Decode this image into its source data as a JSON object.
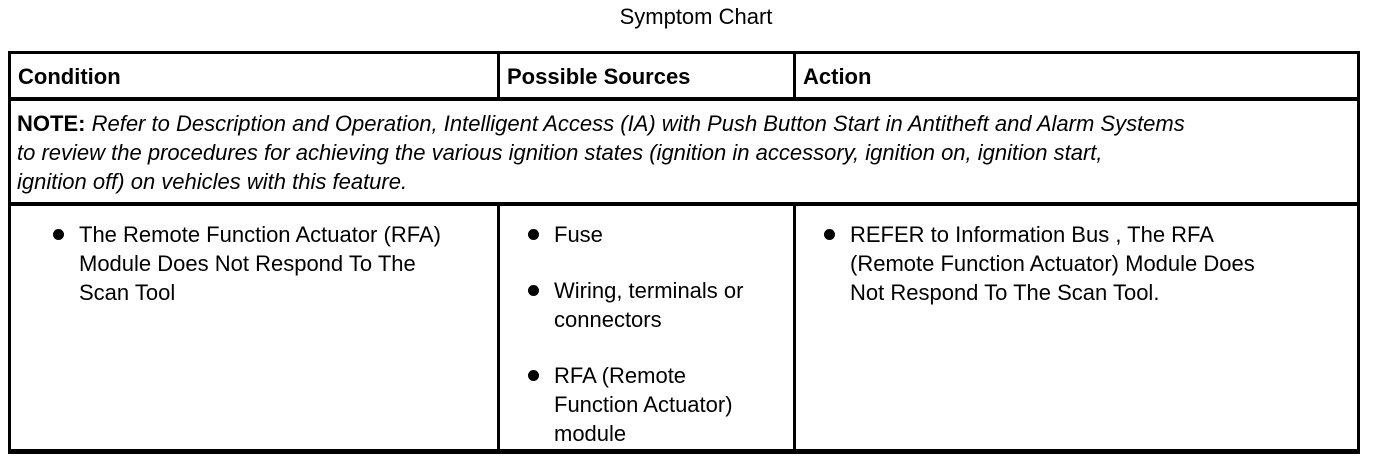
{
  "page_title": "Symptom Chart",
  "table": {
    "columns": [
      "Condition",
      "Possible Sources",
      "Action"
    ],
    "note": {
      "label": "NOTE:",
      "text": "Refer to Description and Operation, Intelligent Access (IA) with Push Button Start in Antitheft and Alarm Systems\nto review the procedures for achieving the various ignition states (ignition in accessory, ignition on, ignition start,\nignition off) on vehicles with this feature."
    },
    "rows": [
      {
        "condition": [
          "The Remote Function Actuator (RFA)\nModule Does Not Respond To The\nScan Tool"
        ],
        "possible_sources": [
          "Fuse",
          "Wiring, terminals or\nconnectors",
          "RFA (Remote\nFunction Actuator)\nmodule"
        ],
        "action": [
          "REFER to Information Bus , The RFA\n(Remote Function Actuator) Module Does\nNot Respond To The Scan Tool."
        ]
      }
    ]
  },
  "colors": {
    "text": "#000000",
    "border": "#000000",
    "background": "#ffffff"
  }
}
